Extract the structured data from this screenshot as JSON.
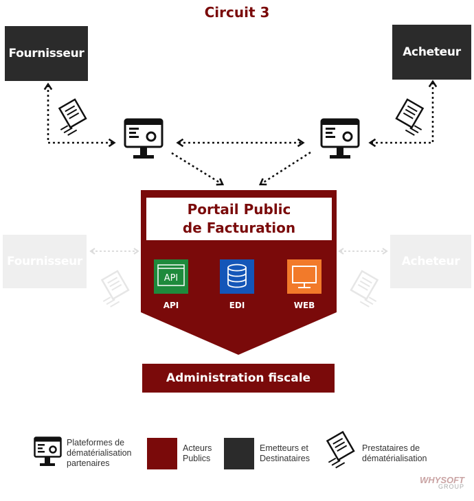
{
  "title": "Circuit 3",
  "nodes": {
    "fournisseur": "Fournisseur",
    "acheteur": "Acheteur",
    "fournisseur_ghost": "Fournisseur",
    "acheteur_ghost": "Acheteur"
  },
  "portal": {
    "title_line1": "Portail Public",
    "title_line2": "de Facturation",
    "tiles": [
      {
        "label": "API",
        "icon_text": "API",
        "color": "#1e8a3c"
      },
      {
        "label": "EDI",
        "color": "#1456b8"
      },
      {
        "label": "WEB",
        "color": "#f27a2a"
      }
    ]
  },
  "admin": "Administration fiscale",
  "legend": [
    {
      "lines": [
        "Plateformes de",
        "dématérialisation",
        "partenaires"
      ]
    },
    {
      "lines": [
        "Acteurs",
        "Publics"
      ],
      "color": "#7a0a0a"
    },
    {
      "lines": [
        "Emetteurs et",
        "Destinataires"
      ],
      "color": "#2b2b2b"
    },
    {
      "lines": [
        "Prestataires de",
        "dématérialisation"
      ]
    }
  ],
  "logo": {
    "main": "WHYSOFT",
    "sub": "GROUP"
  },
  "colors": {
    "accent": "#7a0a0a",
    "dark": "#2b2b2b",
    "ghost": "#efefef"
  }
}
